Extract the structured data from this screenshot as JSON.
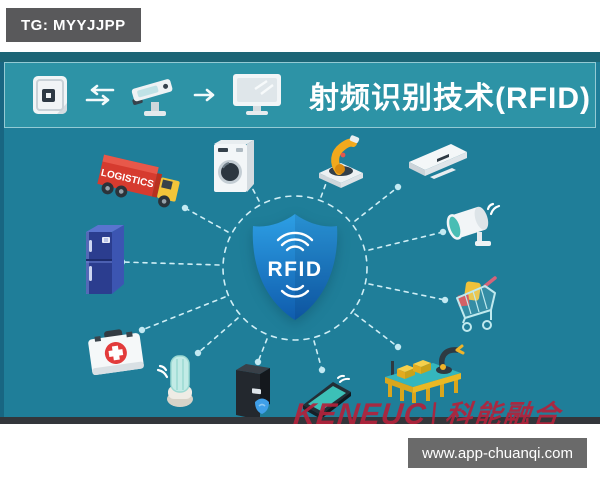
{
  "tg_badge": {
    "text": "TG: MYYJJPP",
    "bg": "#59595b"
  },
  "url_badge": {
    "text": "www.app-chuanqi.com",
    "bg": "#6a6a6a"
  },
  "poster": {
    "colors": {
      "background": "#1f7e99",
      "header_band": "#2d93a6",
      "shield_top": "#2d9fe4",
      "shield_bottom": "#0f5cad",
      "dashed_line": "#cfeef5",
      "watermark": "#b2233c",
      "truck_trailer": "#d63b2f",
      "truck_cab": "#f3c53a"
    },
    "header": {
      "title": "射频识别技术(RFID)",
      "icons": [
        "rfid-tag-icon",
        "transfer-arrows-icon",
        "card-reader-icon",
        "arrow-right-icon",
        "monitor-icon"
      ]
    },
    "center": {
      "label": "RFID"
    },
    "watermark": {
      "brand": "KENEUC",
      "divider": "|",
      "cn": "科能融合"
    },
    "nodes": [
      {
        "name": "logistics-truck",
        "label": "LOGISTICS"
      },
      {
        "name": "washing-machine"
      },
      {
        "name": "robot-arm"
      },
      {
        "name": "air-conditioner"
      },
      {
        "name": "security-camera"
      },
      {
        "name": "shopping-cart"
      },
      {
        "name": "conveyor-robot"
      },
      {
        "name": "smart-tablet"
      },
      {
        "name": "water-dispenser"
      },
      {
        "name": "cfl-bulb"
      },
      {
        "name": "first-aid-kit"
      },
      {
        "name": "refrigerator"
      }
    ]
  }
}
